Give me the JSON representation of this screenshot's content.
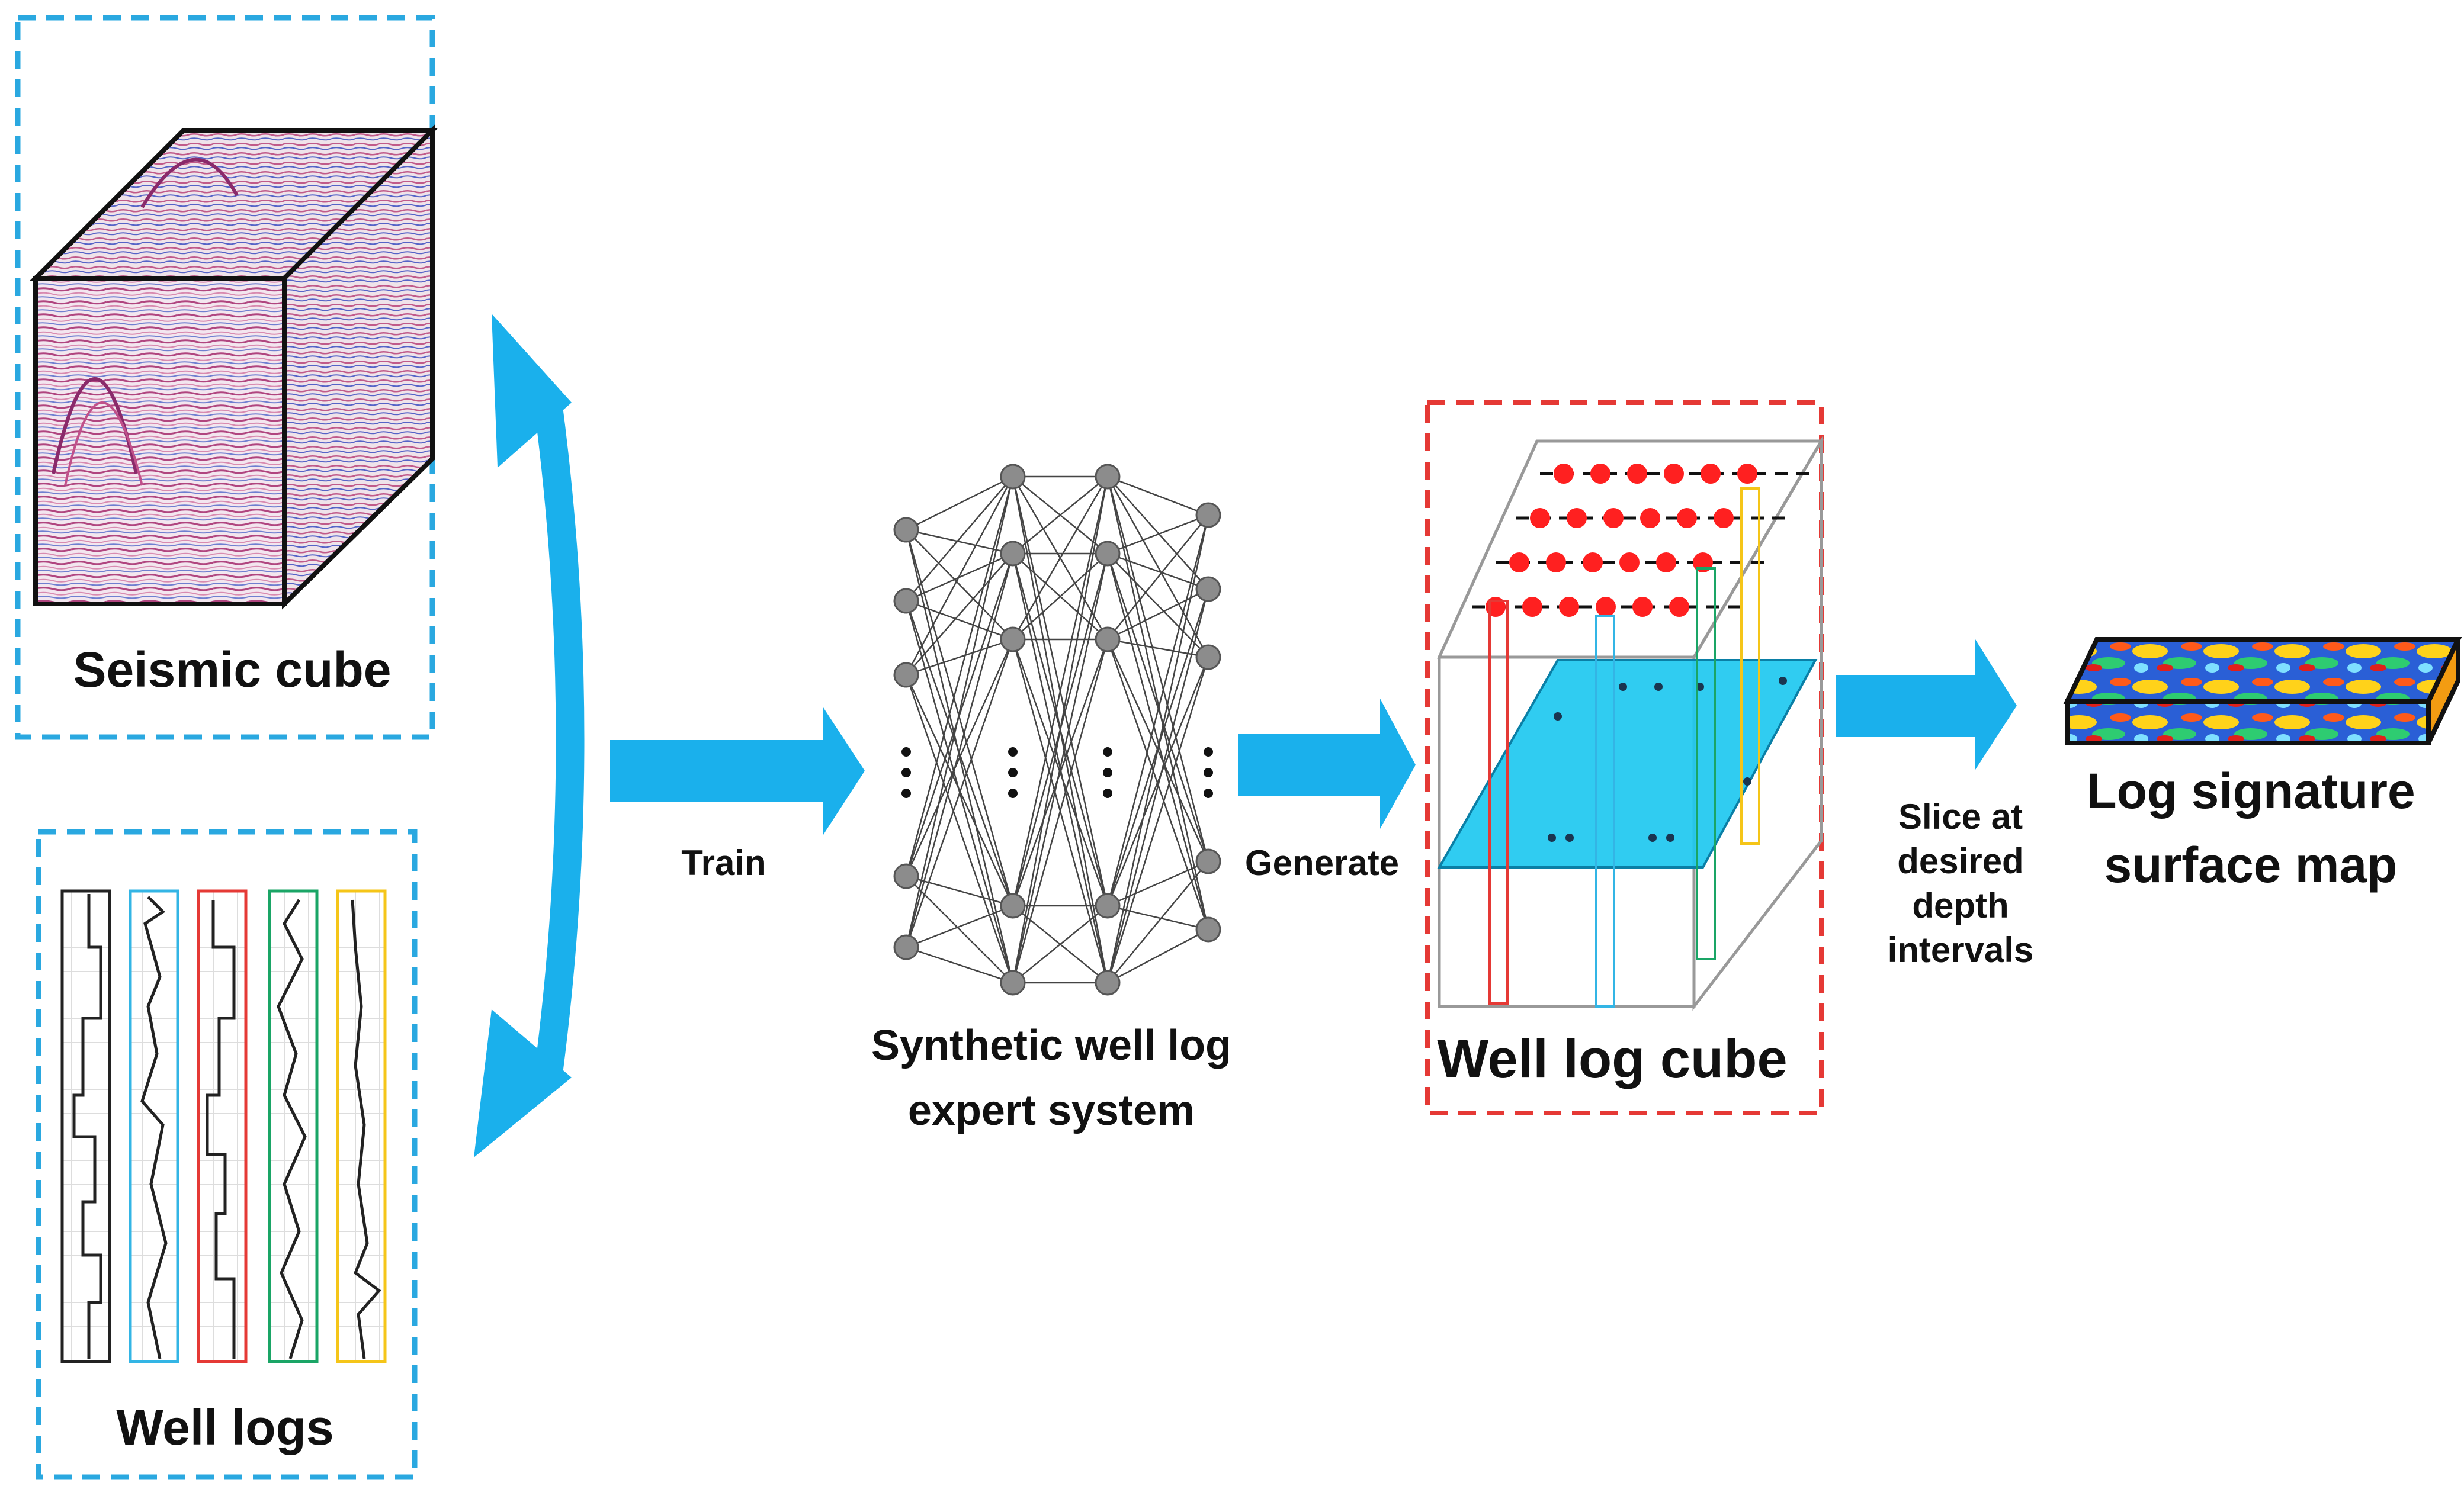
{
  "labels": {
    "seismic_cube": "Seismic cube",
    "well_logs": "Well logs",
    "train": "Train",
    "expert_system_line1": "Synthetic well log",
    "expert_system_line2": "expert system",
    "generate": "Generate",
    "well_log_cube": "Well log cube",
    "slice_line1": "Slice at",
    "slice_line2": "desired",
    "slice_line3": "depth",
    "slice_line4": "intervals",
    "surface_map_line1": "Log signature",
    "surface_map_line2": "surface map"
  },
  "colors": {
    "arrow": "#1ab0ec",
    "seismic_frame": "#2aa8e0",
    "well_log_cube_frame": "#e53935",
    "slice_plane": "#1ec8f0",
    "node_fill": "#8c8c8c",
    "grid_dot": "#ff2020",
    "log_track_colors": [
      "#222222",
      "#33b5e5",
      "#e53935",
      "#1aa566",
      "#f5c518"
    ]
  },
  "icons": {
    "seismic_volume": "seismic-cube-icon",
    "neural_network": "neural-network-icon",
    "log_cube": "well-log-cube-icon",
    "surface_map": "surface-map-icon"
  }
}
